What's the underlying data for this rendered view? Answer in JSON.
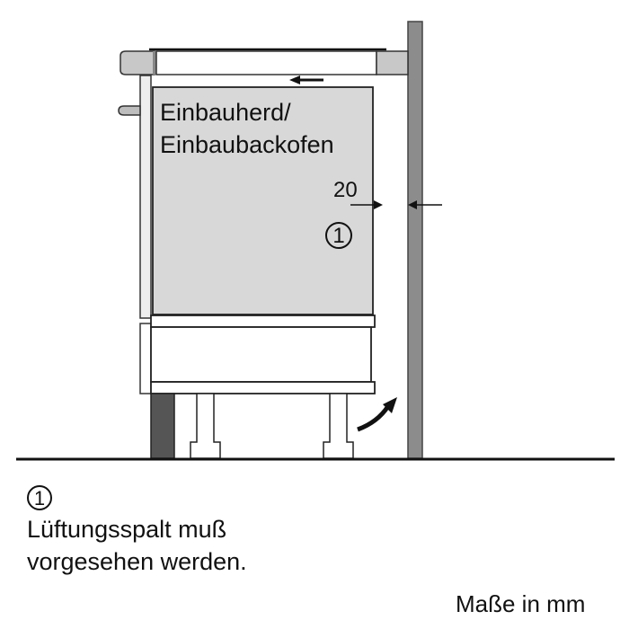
{
  "diagram": {
    "appliance_label_line1": "Einbauherd/",
    "appliance_label_line2": "Einbaubackofen",
    "dimension_value": "20",
    "callout_marker": "1"
  },
  "legend": {
    "marker": "1",
    "line1": "Lüftungsspalt muß",
    "line2": "vorgesehen werden."
  },
  "footer": {
    "units_note": "Maße in mm"
  },
  "colors": {
    "oven_fill": "#d8d8d8",
    "countertop_cap": "#c8c8c8",
    "wall": "#8c8c8c",
    "plinth": "#555555",
    "line": "#111111"
  }
}
